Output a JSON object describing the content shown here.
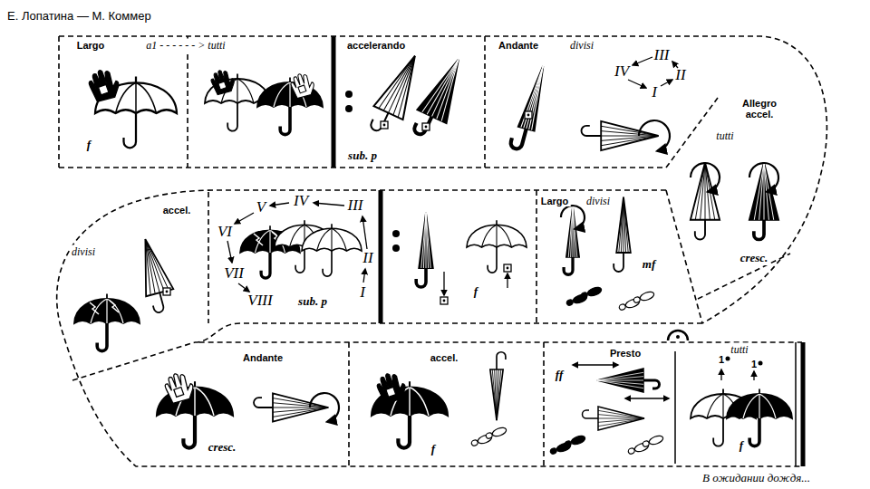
{
  "diagram": {
    "title": "Е. Лопатина — М. Коммер",
    "caption": "В ожидании дождя...",
    "labels": [
      "Largo",
      "a1 - - - - - - > tutti",
      "f",
      "accelerando",
      "sub. p",
      "Andante",
      "divisi",
      "III",
      "IV",
      "II",
      "I",
      "Allegro accel.",
      "tutti",
      "cresc.",
      "Largo",
      "divisi",
      "mf",
      "f",
      "V",
      "IV",
      "III",
      "VI",
      "II",
      "VII",
      "I",
      "VIII",
      "sub. p",
      "accel.",
      "divisi",
      "Andante",
      "cresc.",
      "accel.",
      "f",
      "Presto",
      "ff",
      "1",
      "tutti",
      "1",
      "f"
    ]
  }
}
